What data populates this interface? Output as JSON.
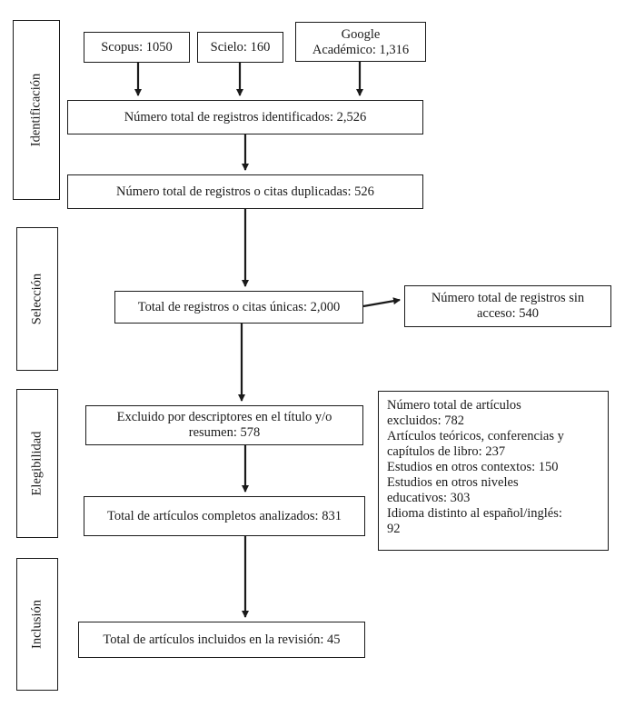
{
  "phases": {
    "identificacion": "Identificación",
    "seleccion": "Selección",
    "elegibilidad": "Elegibilidad",
    "inclusion": "Inclusión"
  },
  "sources": {
    "scopus": "Scopus: 1050",
    "scielo": "Scielo: 160",
    "google_line1": "Google",
    "google_line2": "Académico: 1,316"
  },
  "boxes": {
    "total_identified": "Número total de registros identificados: 2,526",
    "duplicates": "Número total de registros o citas duplicadas: 526",
    "unique": "Total de registros o citas únicas: 2,000",
    "no_access_line1": "Número total de registros sin",
    "no_access_line2": "acceso: 540",
    "excluded_line1": "Excluido por descriptores en el título y/o",
    "excluded_line2": "resumen: 578",
    "full_text": "Total de artículos completos analizados: 831",
    "included": "Total de artículos incluidos en la revisión: 45"
  },
  "excluded_articles": [
    "Número total de artículos",
    "excluidos: 782",
    "Artículos teóricos, conferencias y",
    "capítulos de libro: 237",
    "Estudios en otros contextos: 150",
    "Estudios en otros niveles",
    "educativos: 303",
    "Idioma distinto al español/inglés:",
    "92"
  ]
}
